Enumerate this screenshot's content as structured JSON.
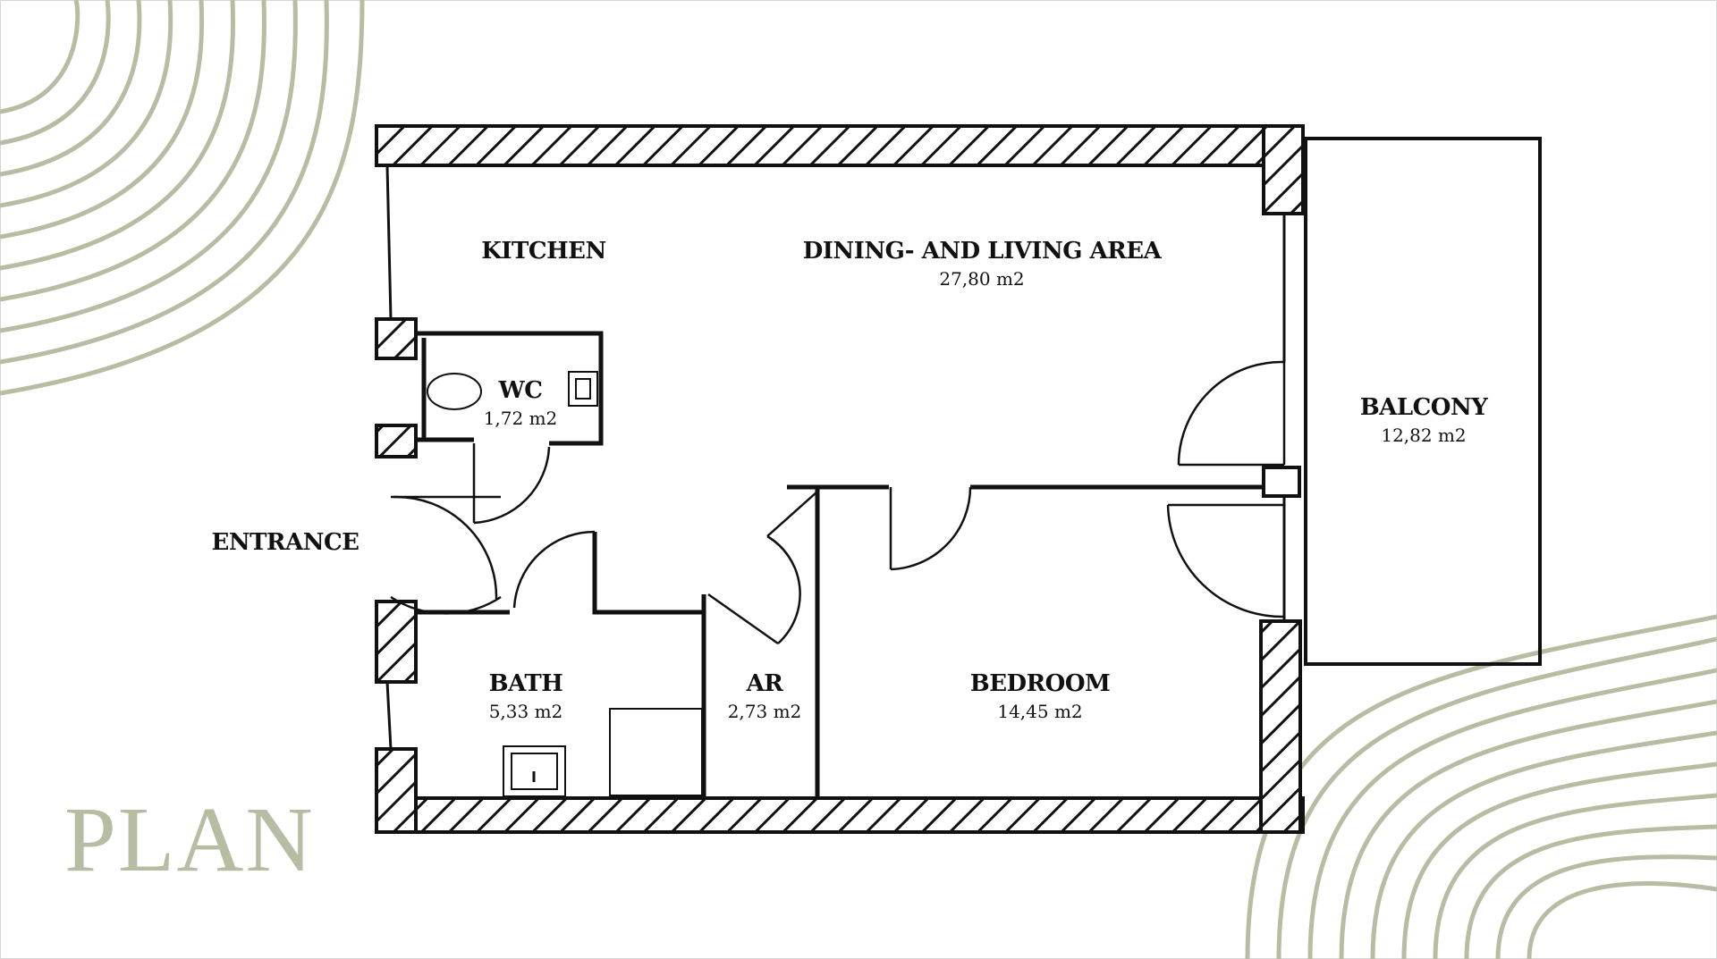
{
  "title": "PLAN",
  "colors": {
    "accent": "#b6bda3",
    "wall": "#111111",
    "background": "#ffffff"
  },
  "rooms": {
    "kitchen": {
      "name": "KITCHEN"
    },
    "living": {
      "name": "DINING- AND LIVING AREA",
      "area": "27,80 m2"
    },
    "wc": {
      "name": "WC",
      "area": "1,72 m2"
    },
    "bath": {
      "name": "BATH",
      "area": "5,33 m2"
    },
    "ar": {
      "name": "AR",
      "area": "2,73 m2"
    },
    "bedroom": {
      "name": "BEDROOM",
      "area": "14,45 m2"
    },
    "balcony": {
      "name": "BALCONY",
      "area": "12,82 m2"
    }
  },
  "entrance_label": "ENTRANCE"
}
